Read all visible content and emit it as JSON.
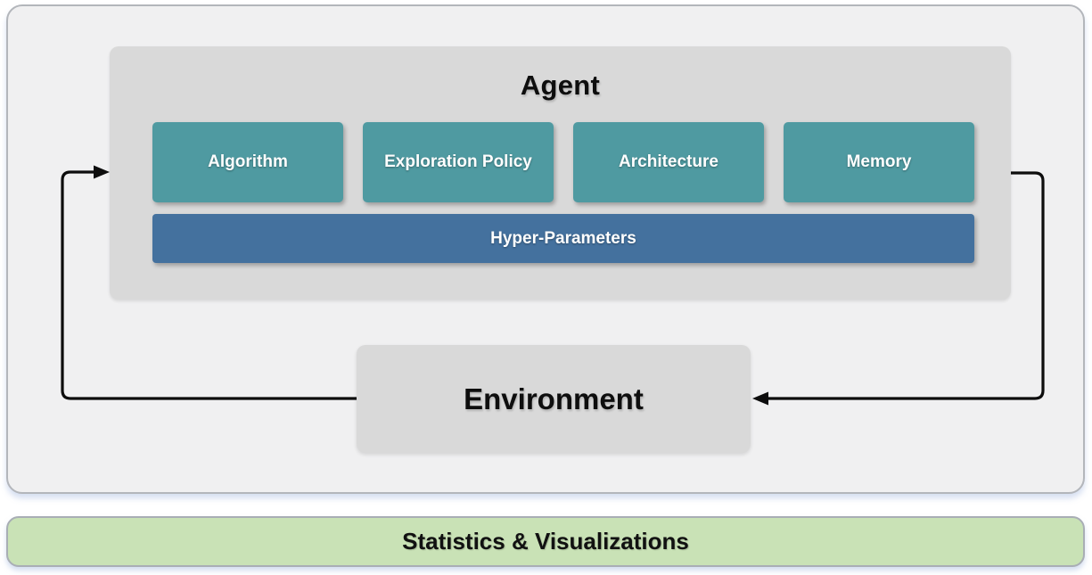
{
  "colors": {
    "frame_fill": "#f0f0f1",
    "frame_border": "#b3b6bb",
    "container_gray": "#d9d9d9",
    "module_teal": "#4f9aa1",
    "hyper_blue": "#44719e",
    "stats_green_fill": "#c9e2b6",
    "stats_green_border": "#a9aeb5",
    "arrow_black": "#0d0d0d"
  },
  "diagram": {
    "agent": {
      "title": "Agent",
      "modules": [
        {
          "label": "Algorithm"
        },
        {
          "label": "Exploration Policy"
        },
        {
          "label": "Architecture"
        },
        {
          "label": "Memory"
        }
      ],
      "hyper_parameters": {
        "label": "Hyper-Parameters"
      }
    },
    "environment": {
      "label": "Environment"
    },
    "statistics_bar": {
      "label": "Statistics & Visualizations"
    }
  }
}
